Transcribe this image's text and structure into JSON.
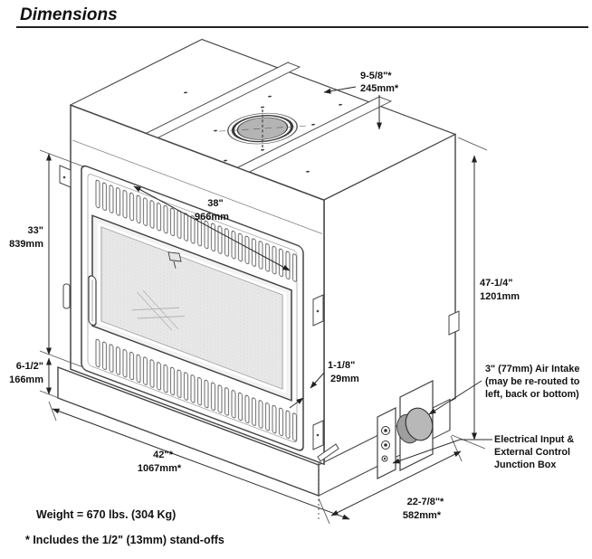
{
  "title": "Dimensions",
  "drawing": {
    "dims": {
      "flue_center": {
        "imperial": "9-5/8\"*",
        "metric": "245mm*"
      },
      "front_width": {
        "imperial": "38\"",
        "metric": "966mm"
      },
      "front_height": {
        "imperial": "33\"",
        "metric": "839mm"
      },
      "base_height": {
        "imperial": "6-1/2\"",
        "metric": "166mm"
      },
      "overall_height": {
        "imperial": "47-1/4\"",
        "metric": "1201mm"
      },
      "standoff_gap": {
        "imperial": "1-1/8\"",
        "metric": "29mm"
      },
      "overall_width": {
        "imperial": "42\"*",
        "metric": "1067mm*"
      },
      "overall_depth": {
        "imperial": "22-7/8\"*",
        "metric": "582mm*"
      }
    },
    "notes": {
      "air_intake": {
        "line1": "3\" (77mm) Air Intake",
        "line2": "(may be re-routed to",
        "line3": "left, back or bottom)"
      },
      "electrical": {
        "line1": "Electrical Input &",
        "line2": "External Control",
        "line3": "Junction Box"
      }
    },
    "weight": "Weight = 670 lbs. (304 Kg)",
    "footnote": "* Includes the 1/2\" (13mm) stand-offs"
  }
}
